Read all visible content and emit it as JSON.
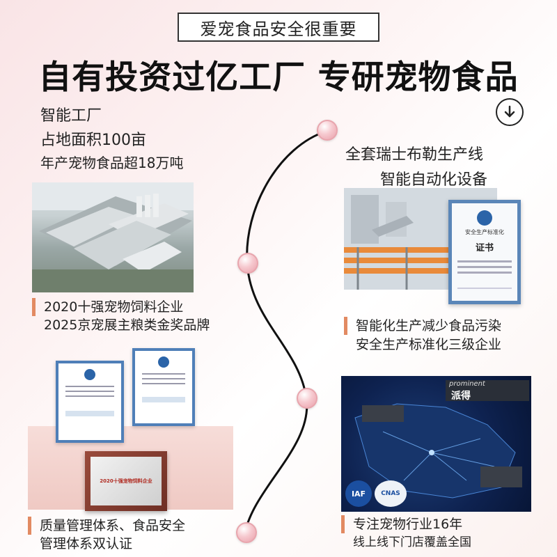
{
  "header": {
    "tag": "爱宠食品安全很重要",
    "headline": "自有投资过亿工厂  专研宠物食品"
  },
  "left_top": {
    "line1": "智能工厂",
    "line2": "占地面积100亩",
    "line3": "年产宠物食品超18万吨"
  },
  "right_top": {
    "line1": "全套瑞士布勒生产线",
    "line2": "智能自动化设备"
  },
  "captions": {
    "factory_line1": "2020十强宠物饲料企业",
    "factory_line2": "2025京宠展主粮类金奖品牌",
    "line_line1": "智能化生产减少食品污染",
    "line_line2": "安全生产标准化三级企业",
    "cert_line1": "质量管理体系、食品安全",
    "cert_line2": "管理体系双认证",
    "store_line1": "专注宠物行业16年",
    "store_line2": "线上线下门店覆盖全国"
  },
  "images": {
    "cert_doc_title": "安全生产标准化",
    "cert_doc_stamp": "证书",
    "plaque_text": "2020十强宠物饲料企业",
    "store_brand_en": "prominent",
    "store_brand_cn": "派得",
    "logo_iaf": "IAF",
    "logo_cnas": "CNAS"
  },
  "icons": {
    "scroll_down": "arrow-down-circle-icon"
  },
  "colors": {
    "accent_bar": "#e28a62",
    "dot_pink": "#f6c9cf",
    "timeline": "#111111"
  }
}
